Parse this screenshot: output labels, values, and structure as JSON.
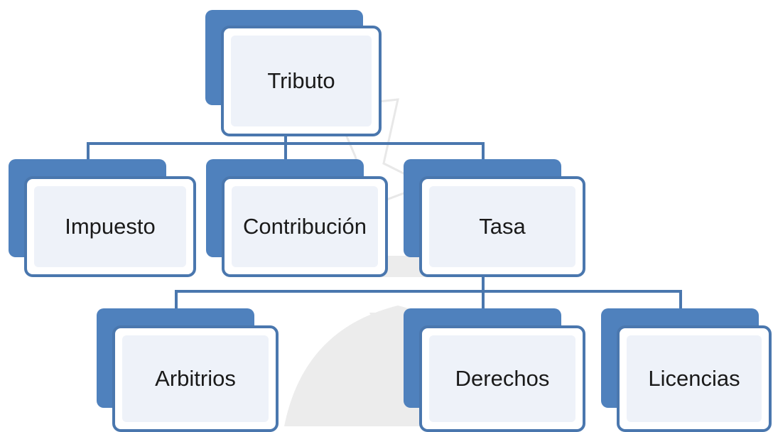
{
  "diagram": {
    "root": "Tributo",
    "level1": [
      "Impuesto",
      "Contribución",
      "Tasa"
    ],
    "level2": [
      "Arbitrios",
      "Derechos",
      "Licencias"
    ]
  },
  "colors": {
    "shadow": "#4f81bd",
    "border": "#4a77ae",
    "fill": "#eef2f9",
    "connector": "#4a77ae",
    "watermark": "#ececec"
  }
}
